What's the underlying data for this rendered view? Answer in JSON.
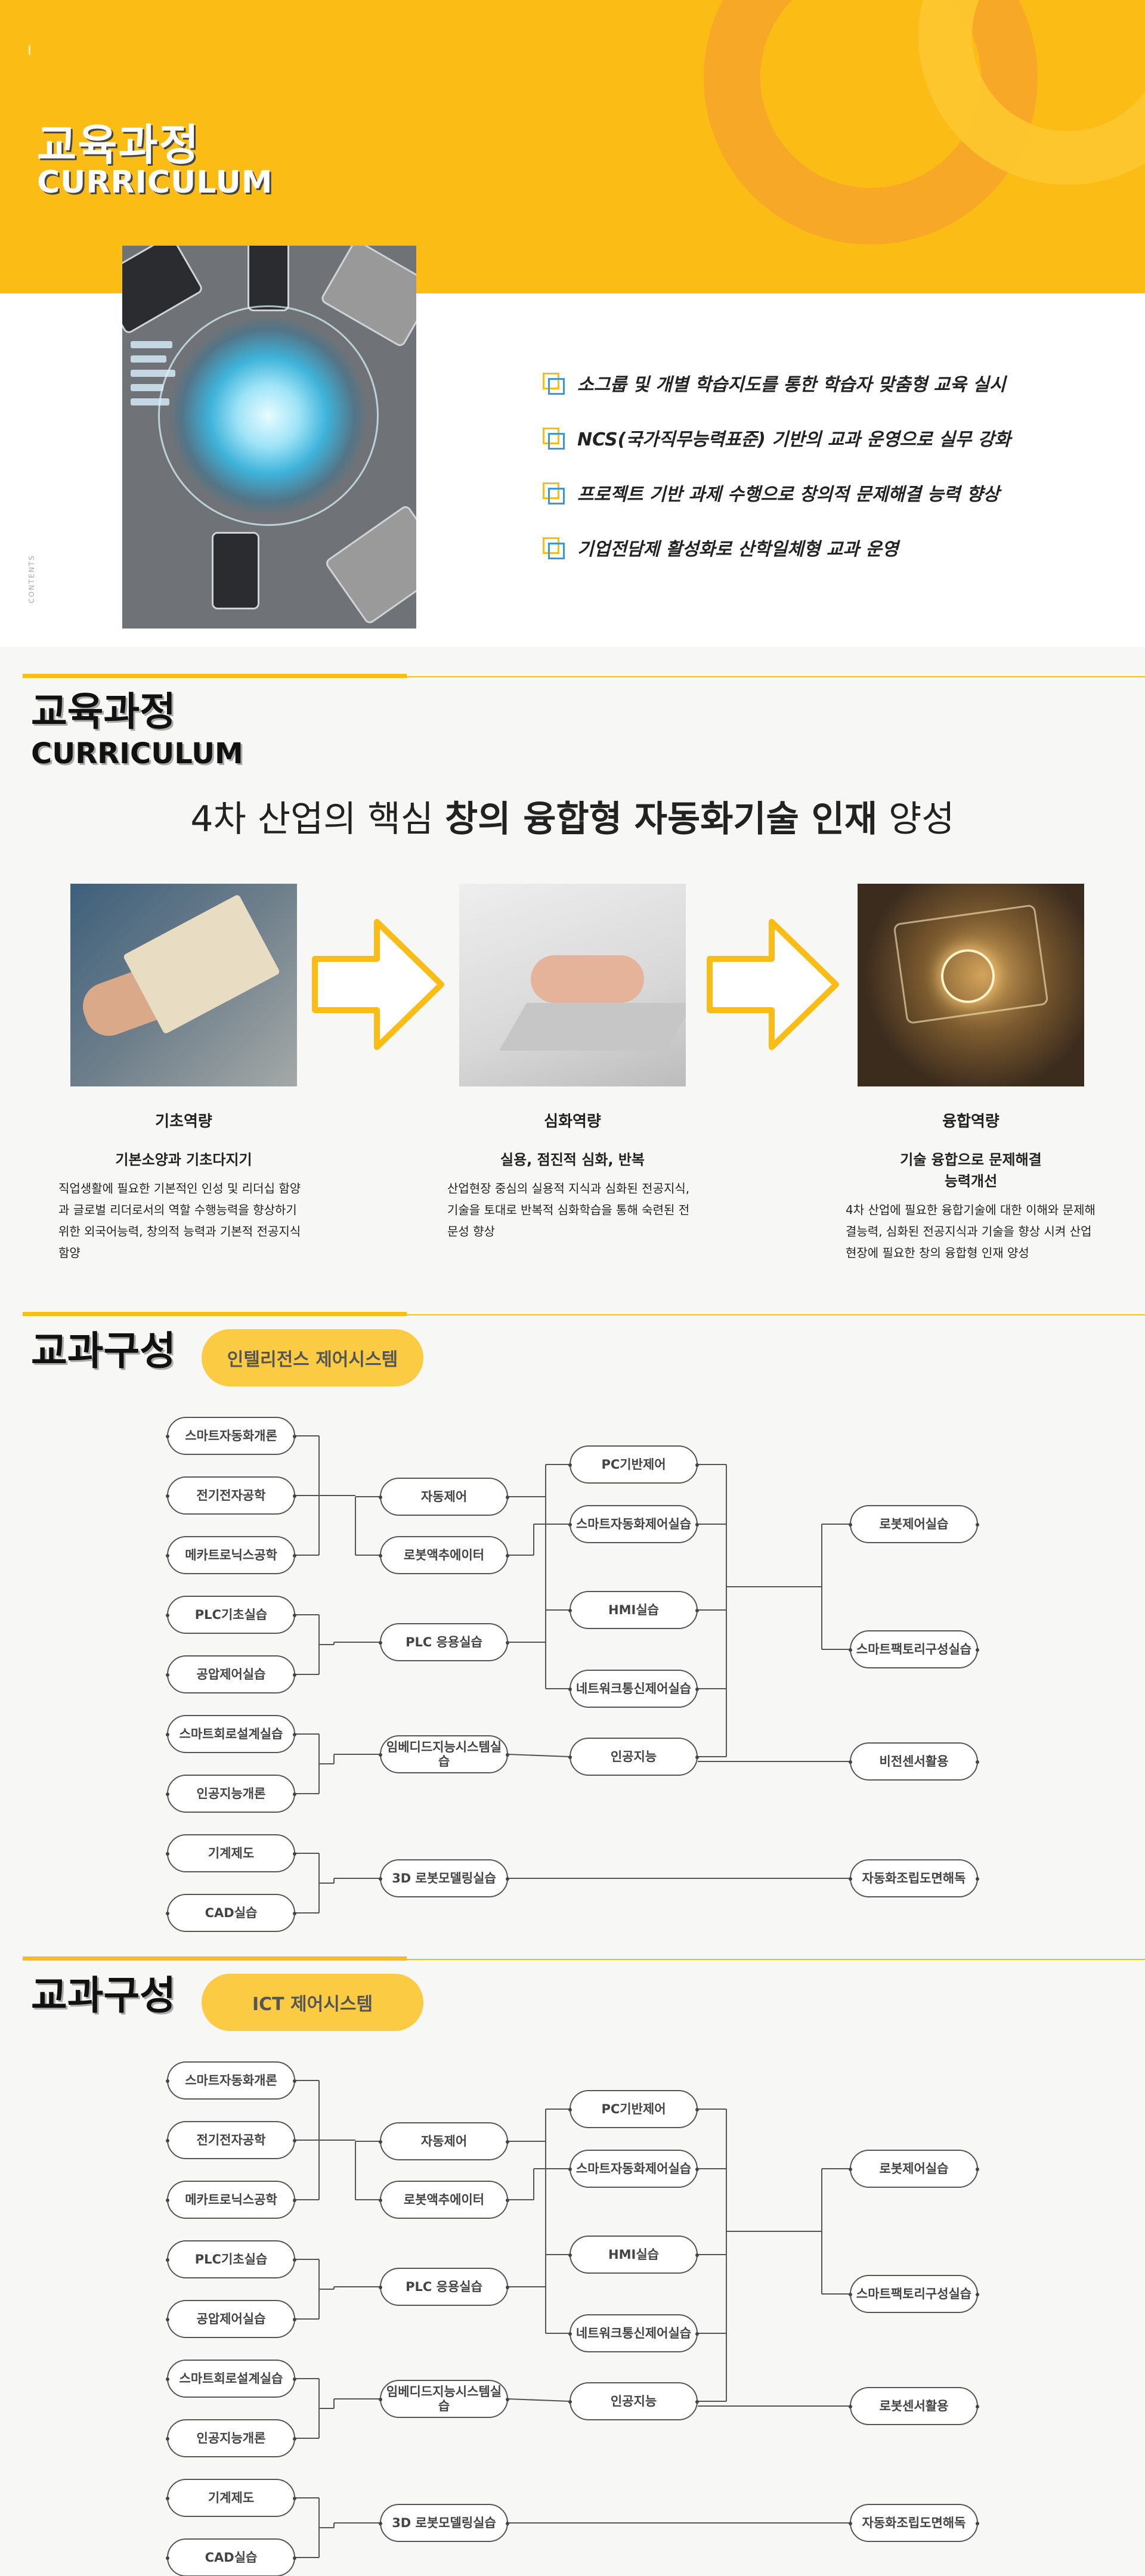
{
  "hero": {
    "title": "교육과정",
    "subtitle": "CURRICULUM",
    "side_label": "CONTENTS",
    "bullets": [
      "소그룹 및 개별 학습지도를 통한 학습자 맞춤형 교육 실시",
      "NCS(국가직무능력표준) 기반의 교과 운영으로 실무 강화",
      "프로젝트 기반 과제 수행으로 창의적 문제해결 능력 향상",
      "기업전담제 활성화로 산학일체형 교과 운영"
    ]
  },
  "curriculum": {
    "title": "교육과정",
    "subtitle": "CURRICULUM",
    "slogan_pre": "4차 산업의 핵심 ",
    "slogan_bold": "창의 융합형 자동화기술 인재",
    "slogan_post": " 양성",
    "stages": [
      {
        "name": "기초역량",
        "head": "기본소양과 기초다지기",
        "desc": "직업생활에 필요한 기본적인 인성 및 리더십 함양과 글로벌 리더로서의 역할 수행능력을 향상하기 위한 외국어능력, 창의적 능력과 기본적 전공지식 함양"
      },
      {
        "name": "심화역량",
        "head": "실용, 점진적 심화, 반복",
        "desc": "산업현장 중심의 실용적 지식과 심화된 전공지식, 기술을 토대로 반복적 심화학습을 통해 숙련된 전문성 향상"
      },
      {
        "name": "융합역량",
        "head": "기술 융합으로 문제해결 능력개선",
        "desc": "4차 산업에 필요한 융합기술에 대한 이해와 문제해결능력, 심화된 전공지식과 기술을 향상 시켜 산업현장에 필요한 창의 융합형 인재 양성"
      }
    ]
  },
  "tracks": [
    {
      "title": "교과구성",
      "pill": "인텔리전스 제어시스템",
      "col1": [
        "스마트자동화개론",
        "전기전자공학",
        "메카트로닉스공학",
        "PLC기초실습",
        "공압제어실습",
        "스마트회로설계실습",
        "인공지능개론",
        "기계제도",
        "CAD실습"
      ],
      "col2": [
        "자동제어",
        "로봇액추에이터",
        "PLC 응용실습",
        "임베디드지능시스템실습",
        "3D 로봇모델링실습"
      ],
      "col3": [
        "PC기반제어",
        "스마트자동화제어실습",
        "HMI실습",
        "네트워크통신제어실습",
        "인공지능"
      ],
      "col4": [
        "로봇제어실습",
        "스마트팩토리구성실습",
        "비전센서활용",
        "자동화조립도면해독"
      ]
    },
    {
      "title": "교과구성",
      "pill": "ICT 제어시스템",
      "col1": [
        "스마트자동화개론",
        "전기전자공학",
        "메카트로닉스공학",
        "PLC기초실습",
        "공압제어실습",
        "스마트회로설계실습",
        "인공지능개론",
        "기계제도",
        "CAD실습"
      ],
      "col2": [
        "자동제어",
        "로봇액추에이터",
        "PLC 응용실습",
        "임베디드지능시스템실습",
        "3D 로봇모델링실습"
      ],
      "col3": [
        "PC기반제어",
        "스마트자동화제어실습",
        "HMI실습",
        "네트워크통신제어실습",
        "인공지능"
      ],
      "col4": [
        "로봇제어실습",
        "스마트팩토리구성실습",
        "로봇센서활용",
        "자동화조립도면해독"
      ]
    }
  ],
  "colors": {
    "accent": "#fbbc16",
    "accent_light": "#fccb44",
    "blue": "#3a9ad9",
    "line": "#555555"
  }
}
